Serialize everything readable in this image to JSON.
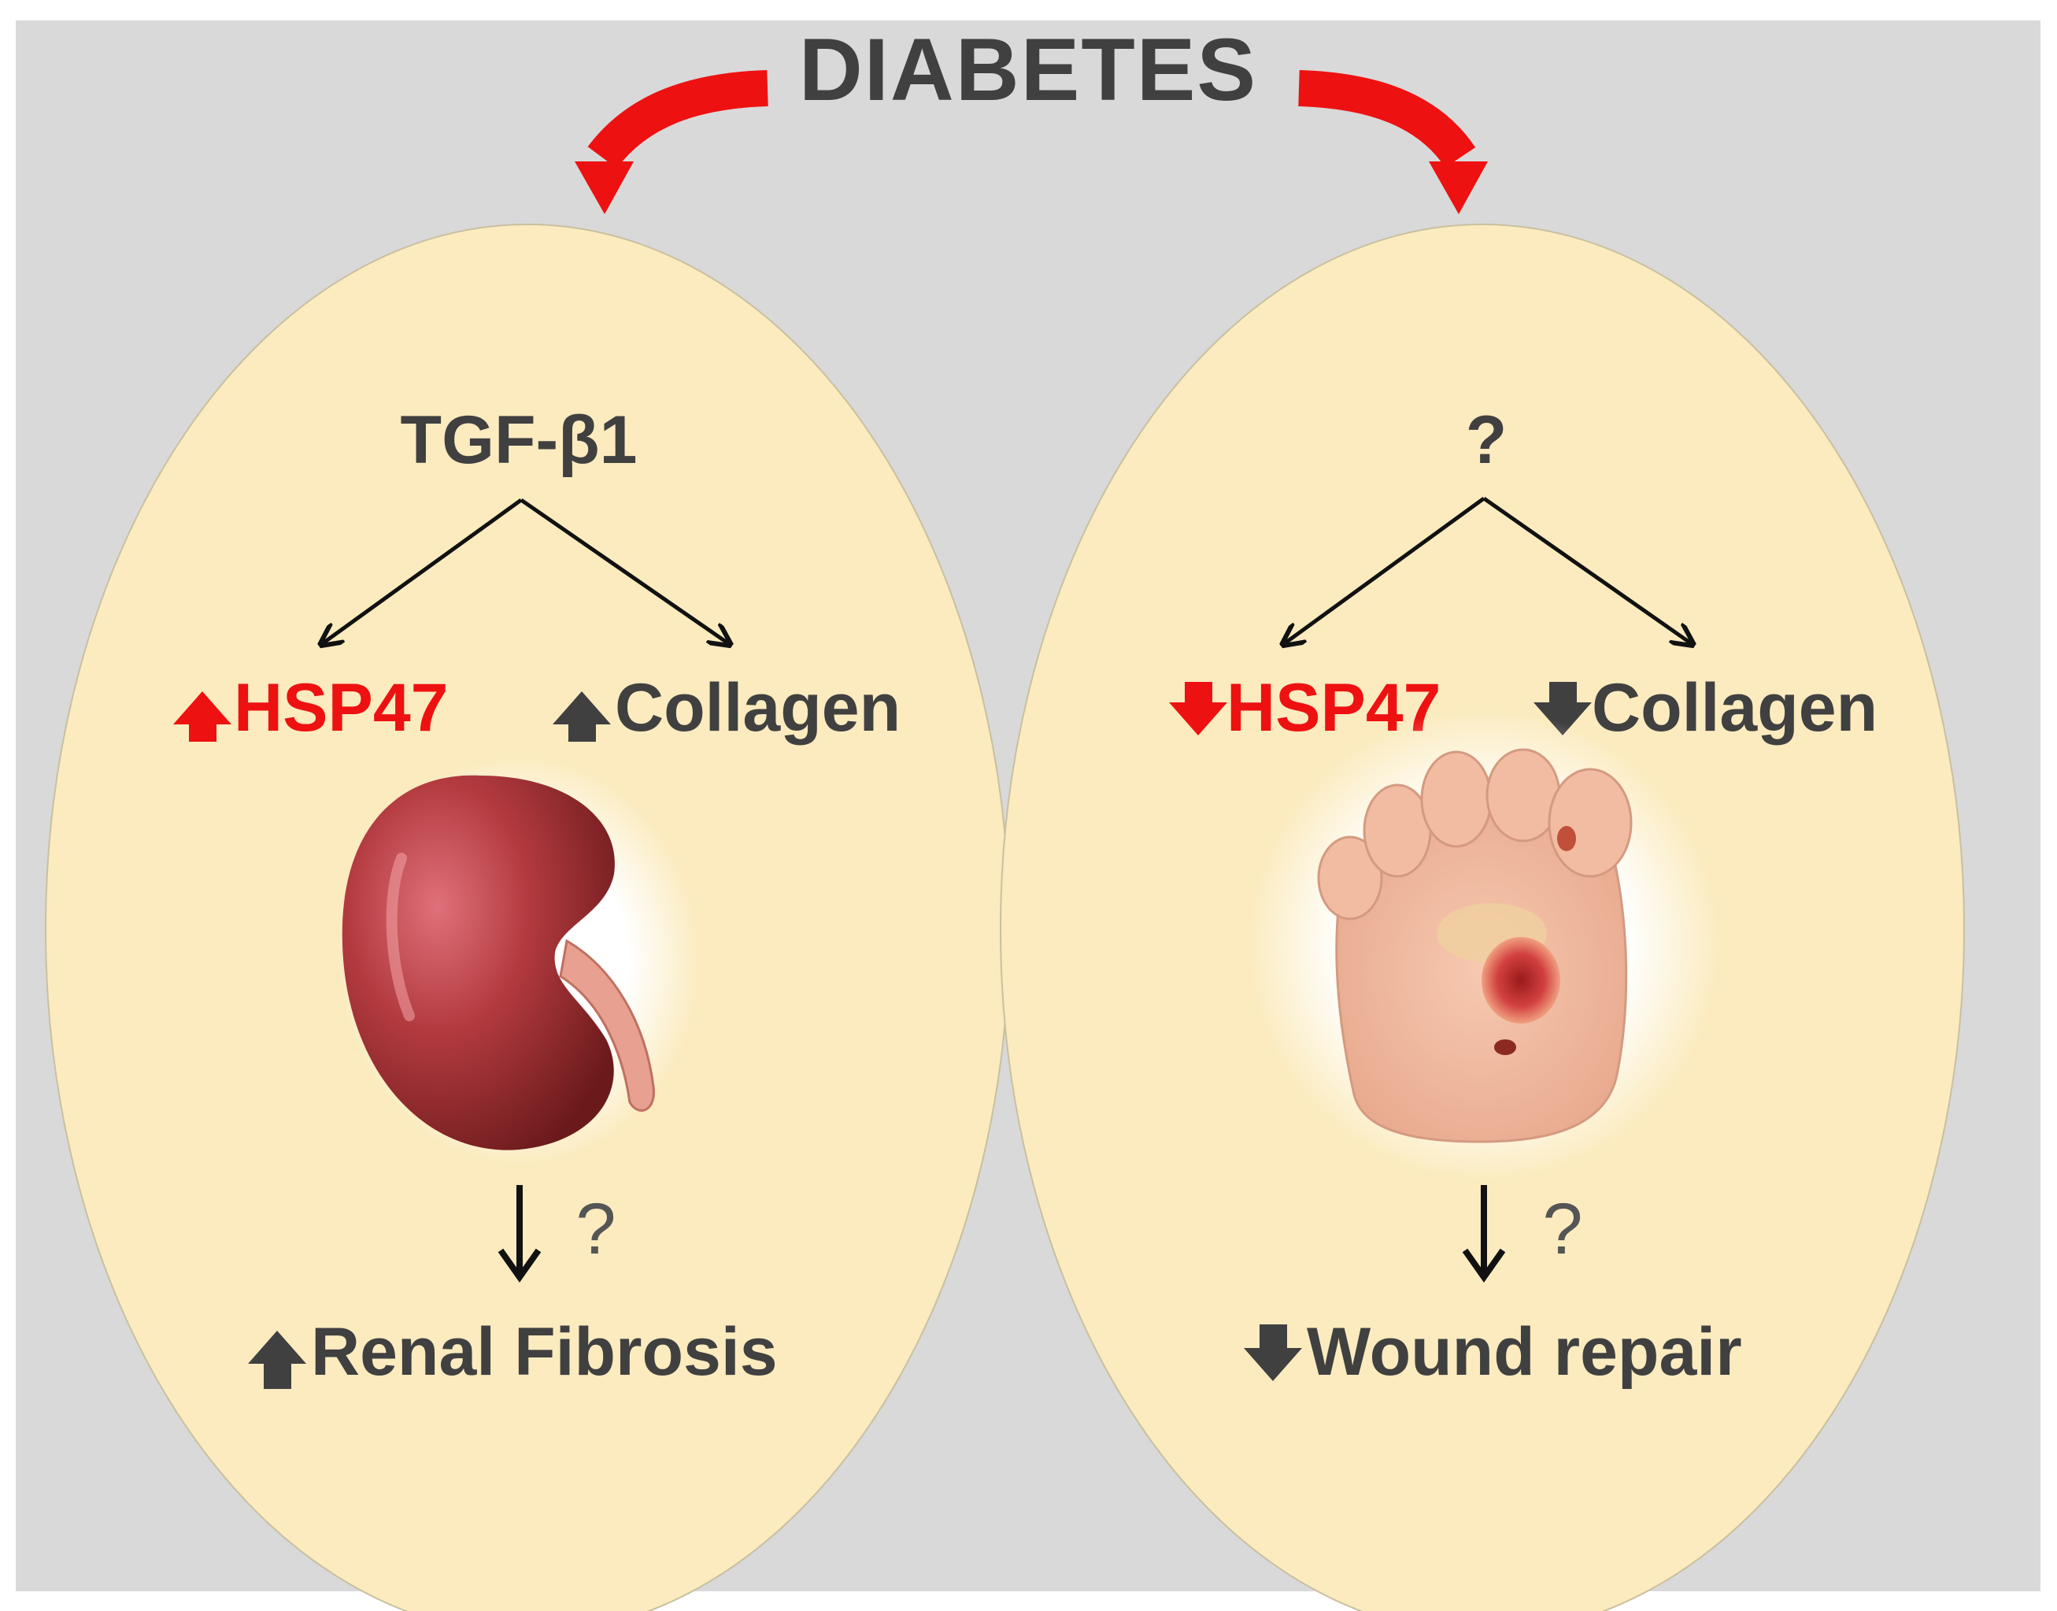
{
  "colors": {
    "background": "#d9d9d9",
    "oval_fill": "#fbebbf",
    "red_accent": "#ee1111",
    "text_dark": "#404040"
  },
  "title": "DIABETES",
  "left": {
    "top_label": "TGF-β1",
    "hsp47": {
      "direction": "up",
      "label": "HSP47"
    },
    "collagen": {
      "direction": "up",
      "label": "Collagen"
    },
    "image": "kidney",
    "question": "?",
    "outcome": {
      "direction": "up",
      "label": "Renal Fibrosis"
    }
  },
  "right": {
    "top_label": "?",
    "hsp47": {
      "direction": "down",
      "label": "HSP47"
    },
    "collagen": {
      "direction": "down",
      "label": "Collagen"
    },
    "image": "foot-ulcer",
    "question": "?",
    "outcome": {
      "direction": "down",
      "label": "Wound repair"
    }
  }
}
